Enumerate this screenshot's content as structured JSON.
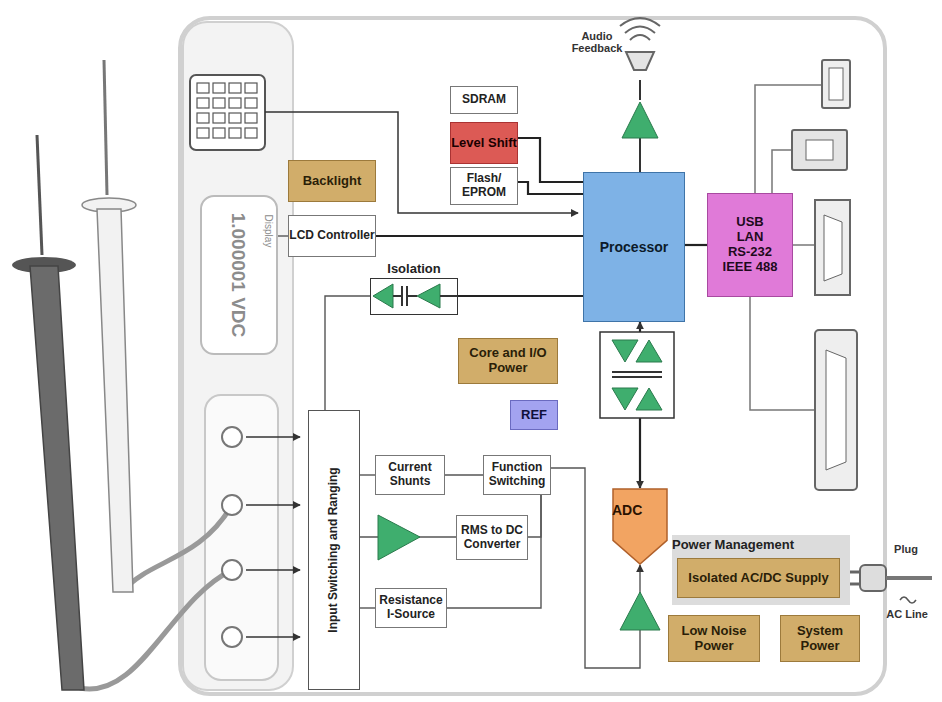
{
  "diagram": {
    "nodes": [
      {
        "text": [
          "SDRAM"
        ]
      },
      {
        "text": [
          "Level Shift"
        ]
      },
      {
        "text": [
          "Flash/ EPROM"
        ]
      },
      {
        "text": [
          "Backlight"
        ]
      },
      {
        "text": [
          "1.000001 VDC",
          "Display"
        ]
      },
      {
        "text": [
          "LCD Controller"
        ]
      },
      {
        "text": [
          "Processor"
        ]
      },
      {
        "text": [
          "USB",
          "LAN",
          "RS-232",
          "IEEE 488"
        ]
      },
      {
        "text": [
          "Isolation"
        ]
      },
      {
        "text": [
          "Core and I/O Power"
        ]
      },
      {
        "text": [
          "REF"
        ]
      },
      {
        "text": [
          "Input Switching and Ranging"
        ]
      },
      {
        "text": [
          "Current Shunts"
        ]
      },
      {
        "text": [
          "Function Switching"
        ]
      },
      {
        "text": [
          "RMS to DC Converter"
        ]
      },
      {
        "text": [
          "Resistance I-Source"
        ]
      },
      {
        "text": [
          "ADC"
        ]
      },
      {
        "text": [
          "Power Management"
        ]
      },
      {
        "text": [
          "Isolated AC/DC Supply"
        ],
        "in": 17
      },
      {
        "text": [
          "Low Noise Power"
        ]
      },
      {
        "text": [
          "System Power"
        ]
      }
    ],
    "edges": [
      {
        "from": 4,
        "to": 5,
        "arrow": "none"
      },
      {
        "from": 5,
        "to": 6,
        "arrow": "none"
      },
      {
        "from": 1,
        "to": 6,
        "arrow": "none"
      },
      {
        "from": 2,
        "to": 6,
        "arrow": "none"
      },
      {
        "from": 6,
        "to": 7,
        "arrow": "none"
      },
      {
        "from": 6,
        "to": 8,
        "arrow": "none"
      },
      {
        "from": 8,
        "to": 11,
        "arrow": "none"
      },
      {
        "from": 11,
        "to": 12,
        "arrow": "none"
      },
      {
        "from": 12,
        "to": 13,
        "arrow": "none"
      },
      {
        "from": 11,
        "to": 14,
        "arrow": "none"
      },
      {
        "from": 11,
        "to": 15,
        "arrow": "none"
      },
      {
        "from": 14,
        "to": 13,
        "arrow": "none"
      },
      {
        "from": 15,
        "to": 13,
        "arrow": "none"
      },
      {
        "from": 13,
        "to": 16,
        "arrow": "to"
      },
      {
        "from": 16,
        "to": 6,
        "arrow": "both"
      }
    ],
    "labels": [
      "Audio Feedback",
      "Plug",
      "AC Line"
    ]
  }
}
